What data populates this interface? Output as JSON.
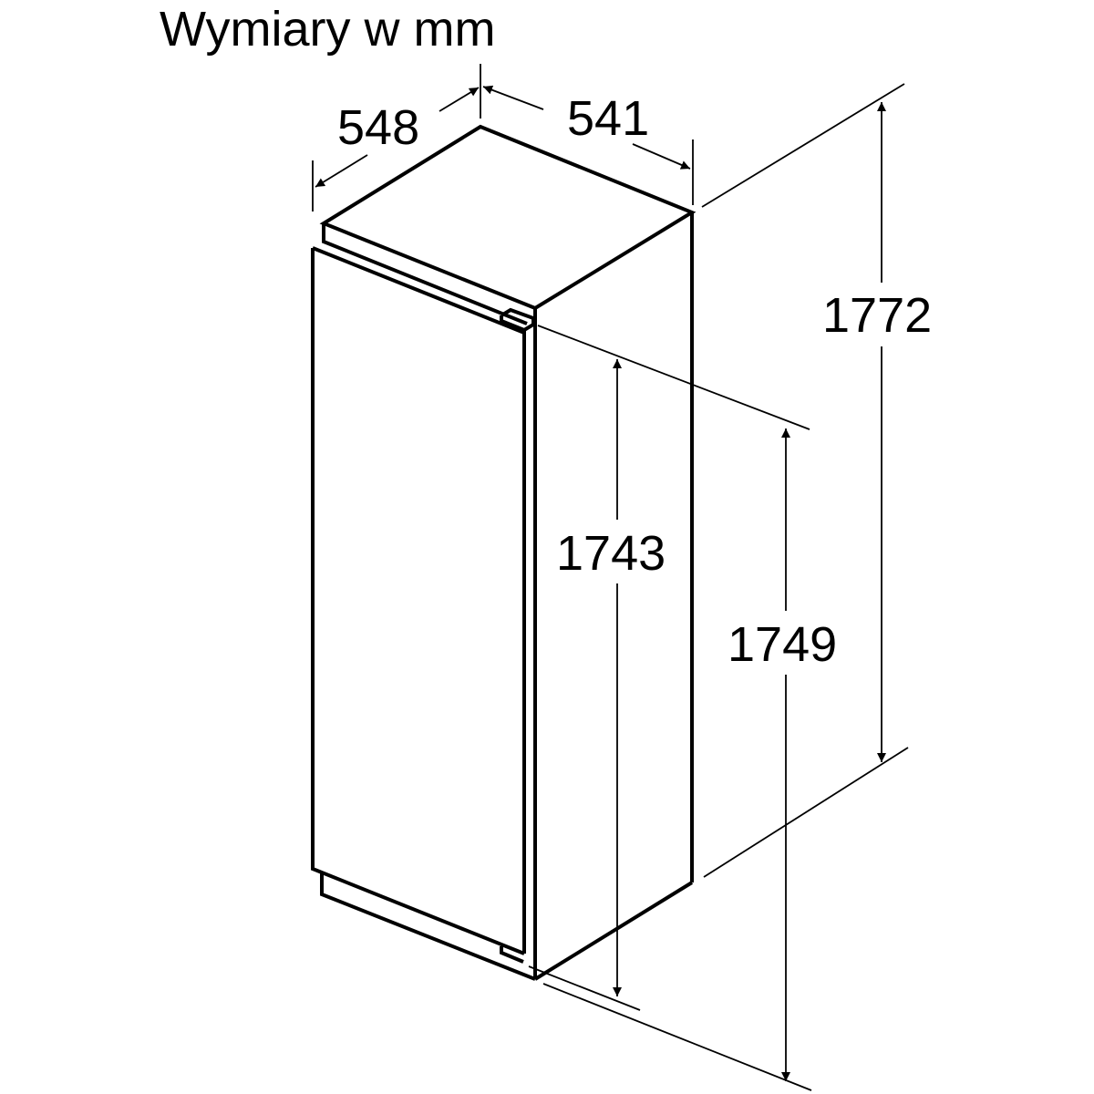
{
  "title": "Wymiary w mm",
  "dimensions": {
    "depth_top_left": "548",
    "width_top_right": "541",
    "total_height": "1772",
    "door_height": "1743",
    "niche_height": "1749"
  },
  "colors": {
    "line": "#000000",
    "background": "#ffffff"
  }
}
